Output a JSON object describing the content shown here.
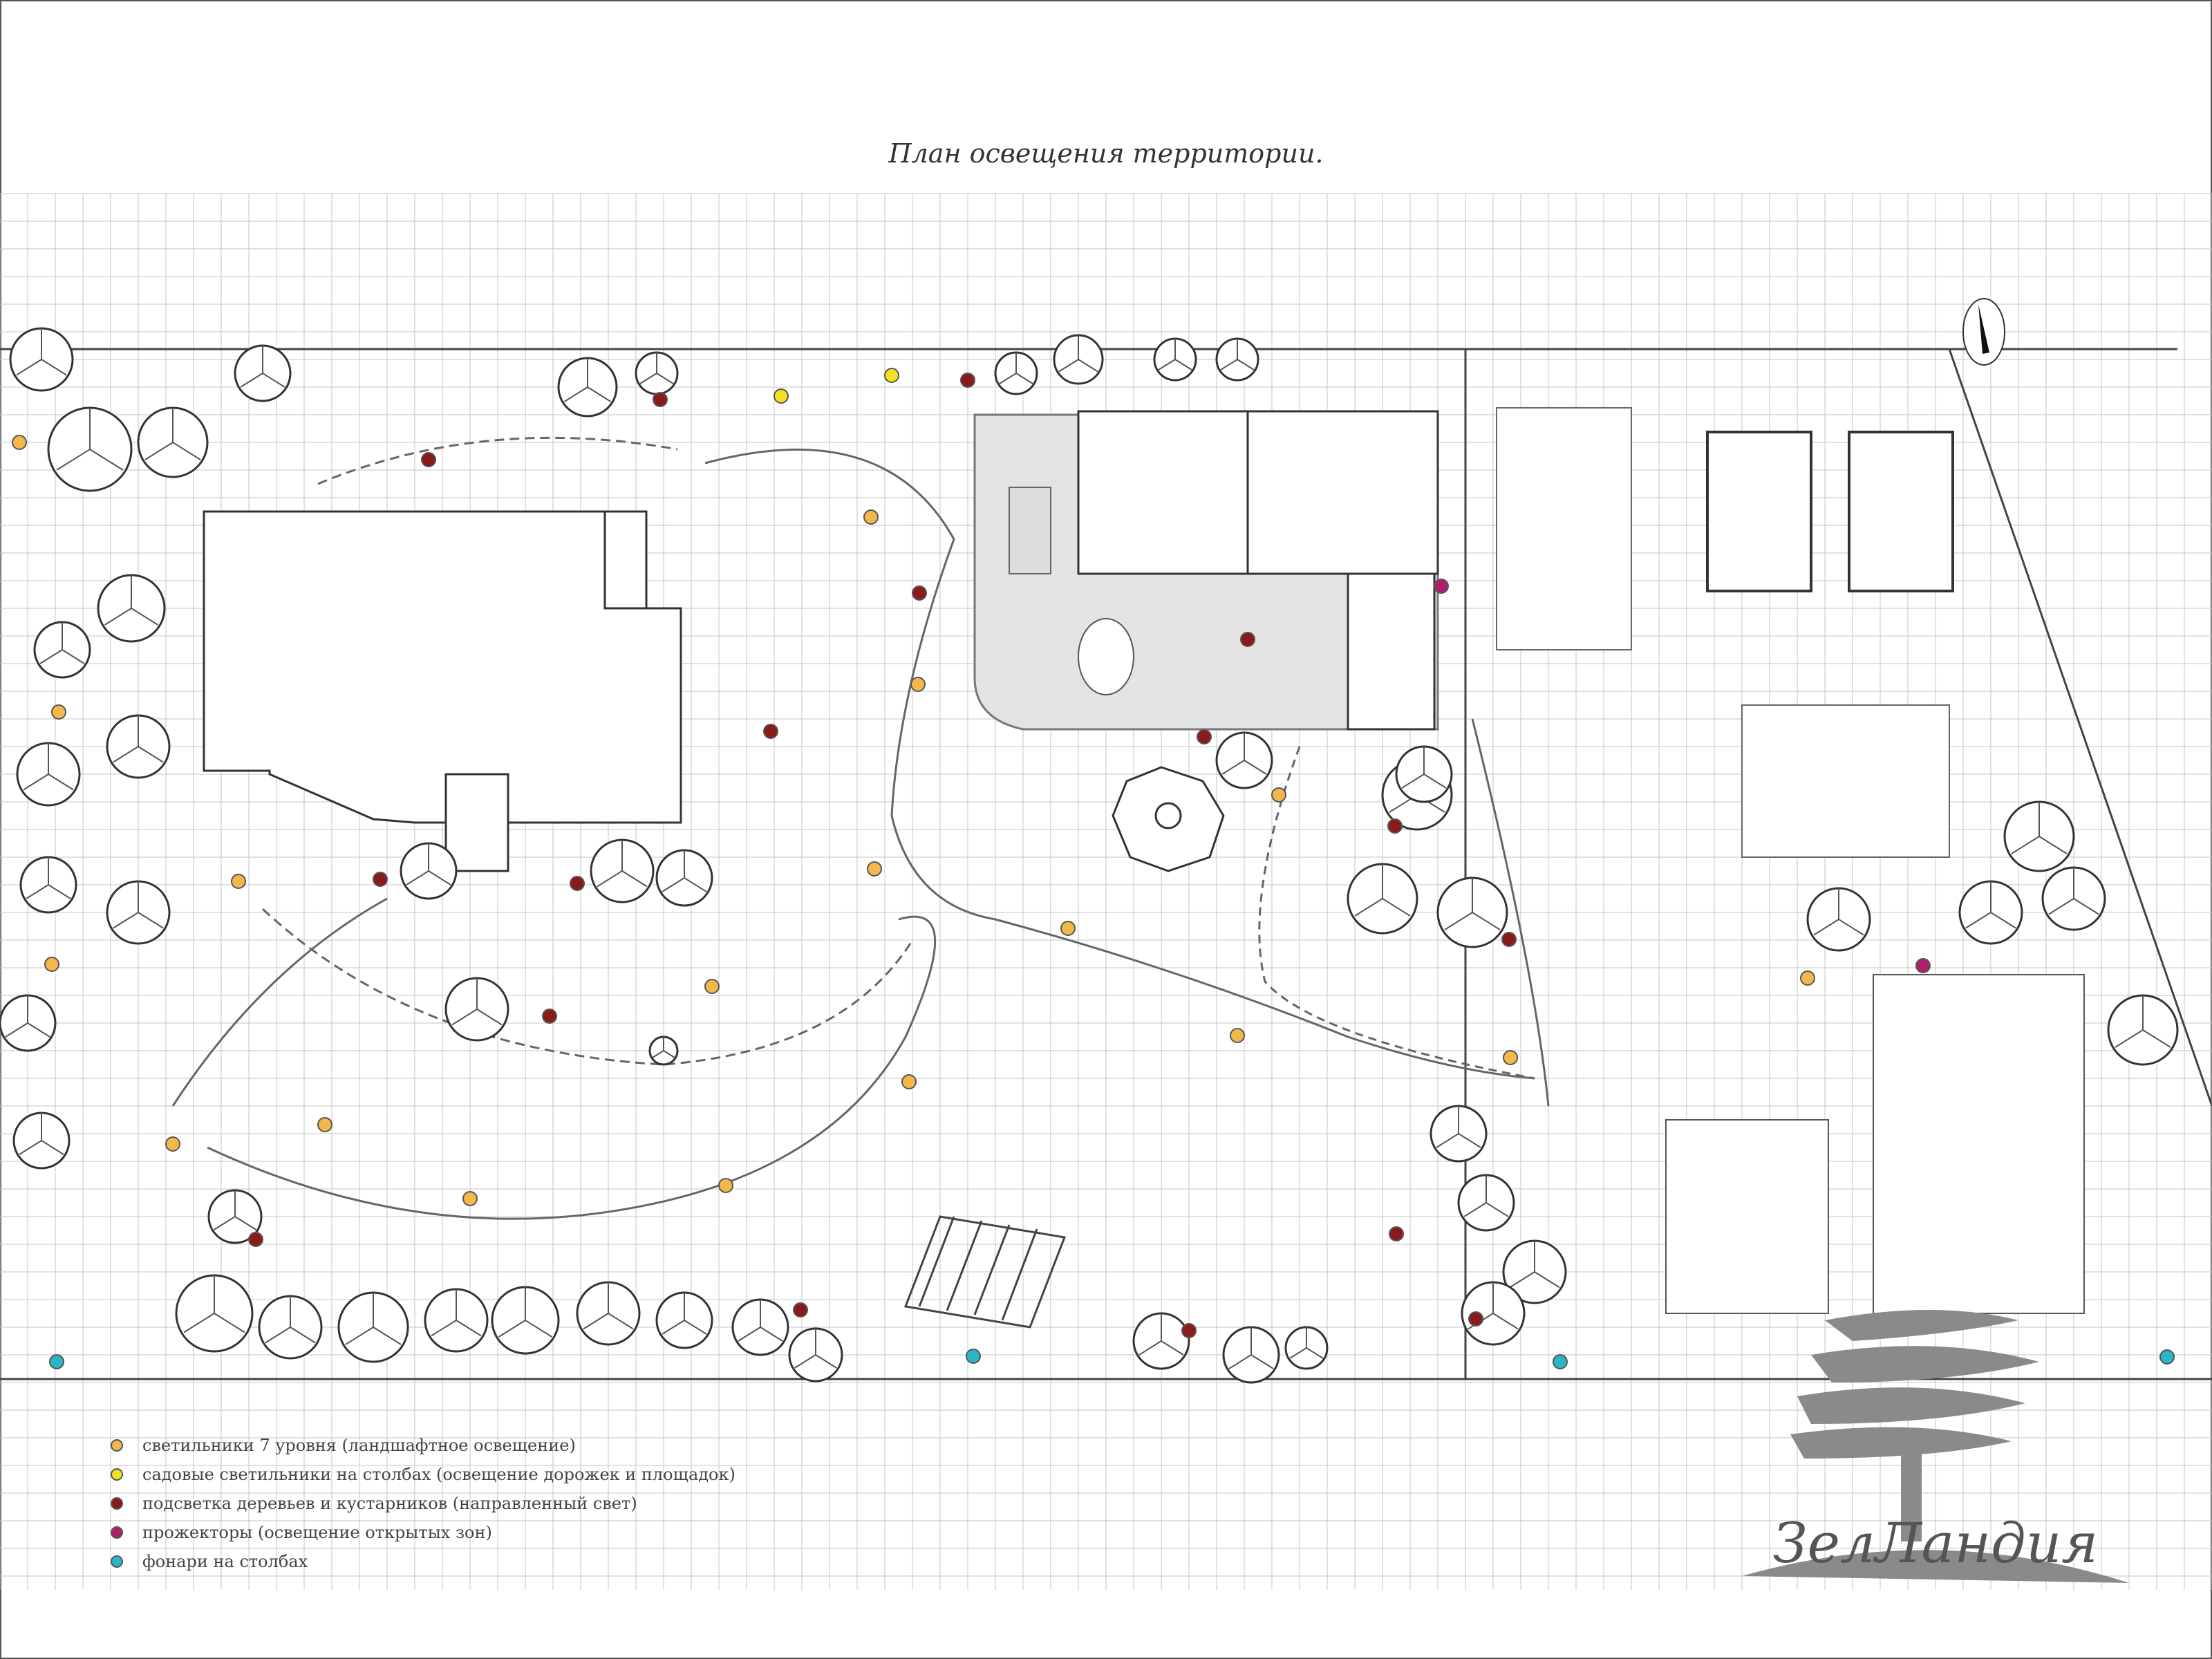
{
  "title": "План освещения территории.",
  "legend": [
    {
      "label": "светильники 7 уровня (ландшафтное освещение)",
      "color": "#f2b84b"
    },
    {
      "label": "садовые светильники на столбах (освещение дорожек и площадок)",
      "color": "#f3e024"
    },
    {
      "label": "подсветка деревьев и кустарников (направленный свет)",
      "color": "#8b1a1a"
    },
    {
      "label": "прожекторы (освещение открытых зон)",
      "color": "#b0206a"
    },
    {
      "label": "фонари на столбах",
      "color": "#2bb5c9"
    }
  ],
  "logo": {
    "text": "ЗелЛандия"
  },
  "colors": {
    "grid": "#c4c4c4",
    "lines": "#444444",
    "paving": "#d9d9d9"
  },
  "icons": {
    "north": "north-arrow-icon"
  }
}
